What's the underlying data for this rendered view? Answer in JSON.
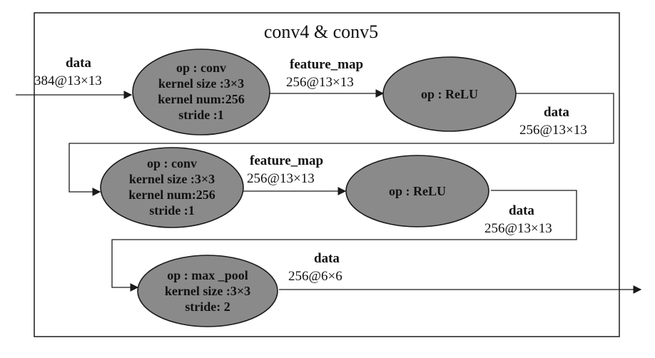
{
  "diagram": {
    "title": "conv4 & conv5",
    "input_edge": {
      "name": "data",
      "shape": "384@13×13"
    },
    "nodes": [
      {
        "id": "conv1",
        "lines": [
          "op : conv",
          "kernel size :3×3",
          "kernel num:256",
          "stride :1"
        ]
      },
      {
        "id": "relu1",
        "lines": [
          "op : ReLU"
        ]
      },
      {
        "id": "conv2",
        "lines": [
          "op : conv",
          "kernel size :3×3",
          "kernel num:256",
          "stride :1"
        ]
      },
      {
        "id": "relu2",
        "lines": [
          "op : ReLU"
        ]
      },
      {
        "id": "pool",
        "lines": [
          "op : max _pool",
          "kernel size :3×3",
          "stride: 2"
        ]
      }
    ],
    "edges": [
      {
        "from": "conv1",
        "to": "relu1",
        "name": "feature_map",
        "shape": "256@13×13"
      },
      {
        "from": "relu1",
        "to": "conv2",
        "name": "data",
        "shape": "256@13×13"
      },
      {
        "from": "conv2",
        "to": "relu2",
        "name": "feature_map",
        "shape": "256@13×13"
      },
      {
        "from": "relu2",
        "to": "pool",
        "name": "data",
        "shape": "256@13×13"
      },
      {
        "from": "pool",
        "to": "output",
        "name": "data",
        "shape": "256@6×6"
      }
    ],
    "colors": {
      "node_fill": "#8a8a8a",
      "stroke": "#1a1a1a",
      "background": "#ffffff"
    }
  }
}
